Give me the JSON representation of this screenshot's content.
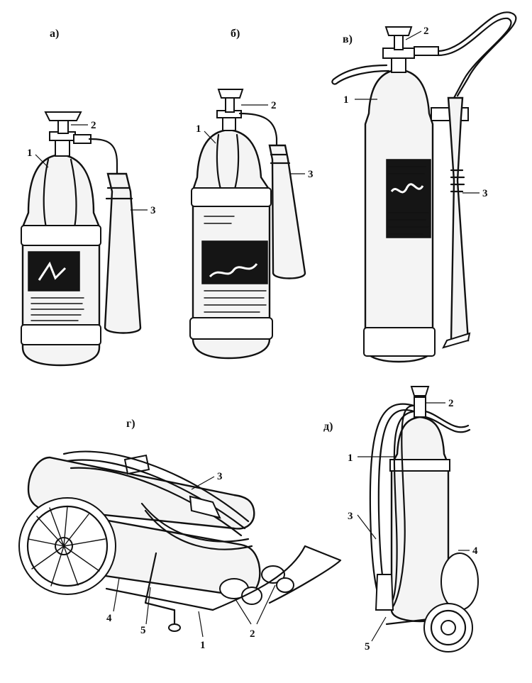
{
  "figure": {
    "panels": [
      {
        "id": "a",
        "caption": "а)",
        "labels": [
          "1",
          "2",
          "3"
        ]
      },
      {
        "id": "b",
        "caption": "б)",
        "labels": [
          "1",
          "2",
          "3"
        ]
      },
      {
        "id": "v",
        "caption": "в)",
        "labels": [
          "1",
          "2",
          "3"
        ]
      },
      {
        "id": "g",
        "caption": "г)",
        "labels": [
          "1",
          "2",
          "3",
          "4",
          "5"
        ]
      },
      {
        "id": "d",
        "caption": "д)",
        "labels": [
          "1",
          "2",
          "3",
          "4",
          "5"
        ]
      }
    ]
  }
}
